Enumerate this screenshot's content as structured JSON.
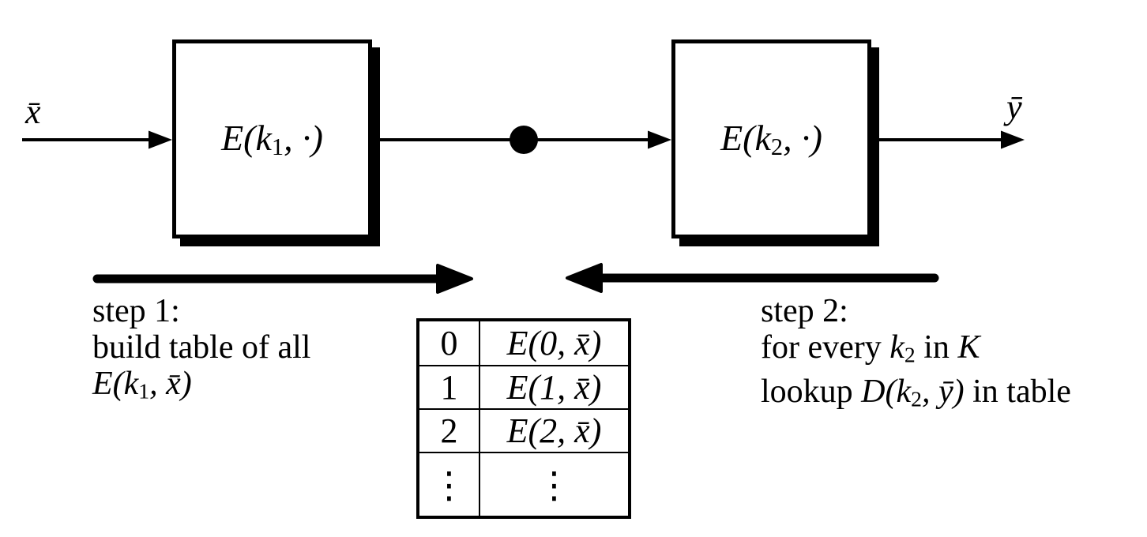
{
  "colors": {
    "ink": "#000000",
    "background": "#ffffff"
  },
  "labels": {
    "input": [
      {
        "t": "x̄",
        "s": "it"
      }
    ],
    "output": [
      {
        "t": "ȳ",
        "s": "it"
      }
    ],
    "box1": [
      {
        "t": "E(k",
        "s": "it"
      },
      {
        "t": "1",
        "s": "sub"
      },
      {
        "t": ", ·)",
        "s": "it"
      }
    ],
    "box2": [
      {
        "t": "E(k",
        "s": "it"
      },
      {
        "t": "2",
        "s": "sub"
      },
      {
        "t": ", ·)",
        "s": "it"
      }
    ]
  },
  "step1": {
    "lines": [
      [
        {
          "t": "step 1:",
          "s": "rm"
        }
      ],
      [
        {
          "t": "build table of all",
          "s": "rm"
        }
      ],
      [
        {
          "t": "E(k",
          "s": "it"
        },
        {
          "t": "1",
          "s": "sub"
        },
        {
          "t": ", x̄)",
          "s": "it"
        }
      ]
    ]
  },
  "step2": {
    "lines": [
      [
        {
          "t": "step 2:",
          "s": "rm"
        }
      ],
      [
        {
          "t": "for every ",
          "s": "rm"
        },
        {
          "t": "k",
          "s": "it"
        },
        {
          "t": "2",
          "s": "sub"
        },
        {
          "t": " in ",
          "s": "rm"
        },
        {
          "t": "K",
          "s": "cal"
        }
      ],
      [
        {
          "t": "lookup ",
          "s": "rm"
        },
        {
          "t": "D(k",
          "s": "it"
        },
        {
          "t": "2",
          "s": "sub"
        },
        {
          "t": ", ȳ)",
          "s": "it"
        },
        {
          "t": " in table",
          "s": "rm"
        }
      ]
    ]
  },
  "table": {
    "rows": [
      {
        "key": [
          {
            "t": "0",
            "s": "rm"
          }
        ],
        "value": [
          {
            "t": "E(0, x̄)",
            "s": "it"
          }
        ]
      },
      {
        "key": [
          {
            "t": "1",
            "s": "rm"
          }
        ],
        "value": [
          {
            "t": "E(1, x̄)",
            "s": "it"
          }
        ]
      },
      {
        "key": [
          {
            "t": "2",
            "s": "rm"
          }
        ],
        "value": [
          {
            "t": "E(2, x̄)",
            "s": "it"
          }
        ]
      },
      {
        "key": [
          {
            "t": "⋮",
            "s": "dots"
          }
        ],
        "value": [
          {
            "t": "⋮",
            "s": "dots"
          }
        ]
      }
    ]
  }
}
